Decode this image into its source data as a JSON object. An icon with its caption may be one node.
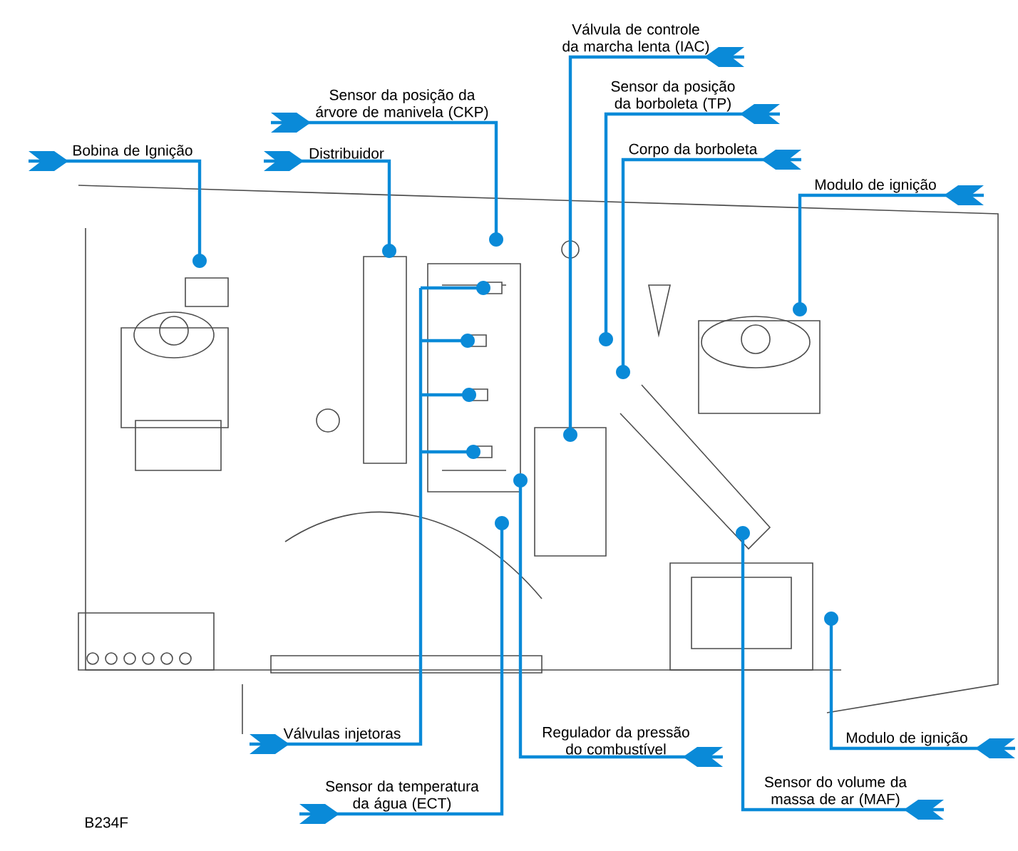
{
  "diagram": {
    "nodes": [
      {
        "text": [
          "Válvula de controle da marcha lenta (IAC)"
        ]
      },
      {
        "text": [
          "Sensor da posição da árvore de manivela (CKP)"
        ]
      },
      {
        "text": [
          "Sensor da posição da borboleta (TP)"
        ]
      },
      {
        "text": [
          "Bobina de Ignição"
        ]
      },
      {
        "text": [
          "Distribuidor"
        ]
      },
      {
        "text": [
          "Corpo da borboleta"
        ]
      },
      {
        "text": [
          "Modulo de ignição"
        ]
      },
      {
        "text": [
          "Válvulas injetoras"
        ]
      },
      {
        "text": [
          "Regulador da pressão do combustível"
        ]
      },
      {
        "text": [
          "Sensor da temperatura da água (ECT)"
        ]
      },
      {
        "text": [
          "Modulo de ignição"
        ]
      },
      {
        "text": [
          "Sensor do volume da massa de ar (MAF)"
        ]
      },
      {
        "text": [],
        "shape": "box"
      },
      {
        "text": [],
        "shape": "box"
      },
      {
        "text": [],
        "shape": "box"
      },
      {
        "text": [],
        "shape": "box"
      }
    ],
    "edges": [
      {
        "from": 0,
        "to": null,
        "arrow": "other"
      },
      {
        "from": 1,
        "to": null,
        "arrow": "other"
      },
      {
        "from": 2,
        "to": null,
        "arrow": "other"
      },
      {
        "from": 3,
        "to": null,
        "arrow": "other"
      },
      {
        "from": 4,
        "to": null,
        "arrow": "other"
      },
      {
        "from": 5,
        "to": null,
        "arrow": "other"
      },
      {
        "from": 6,
        "to": null,
        "arrow": "other"
      },
      {
        "from": 7,
        "to": 12,
        "arrow": "other"
      },
      {
        "from": 7,
        "to": 13,
        "arrow": "other"
      },
      {
        "from": 7,
        "to": 14,
        "arrow": "other"
      },
      {
        "from": 7,
        "to": 15,
        "arrow": "other"
      },
      {
        "from": 8,
        "to": null,
        "arrow": "other"
      },
      {
        "from": 9,
        "to": null,
        "arrow": "other"
      },
      {
        "from": 10,
        "to": null,
        "arrow": "other"
      },
      {
        "from": 11,
        "to": null,
        "arrow": "other"
      }
    ],
    "labels": [
      "B234F"
    ]
  }
}
